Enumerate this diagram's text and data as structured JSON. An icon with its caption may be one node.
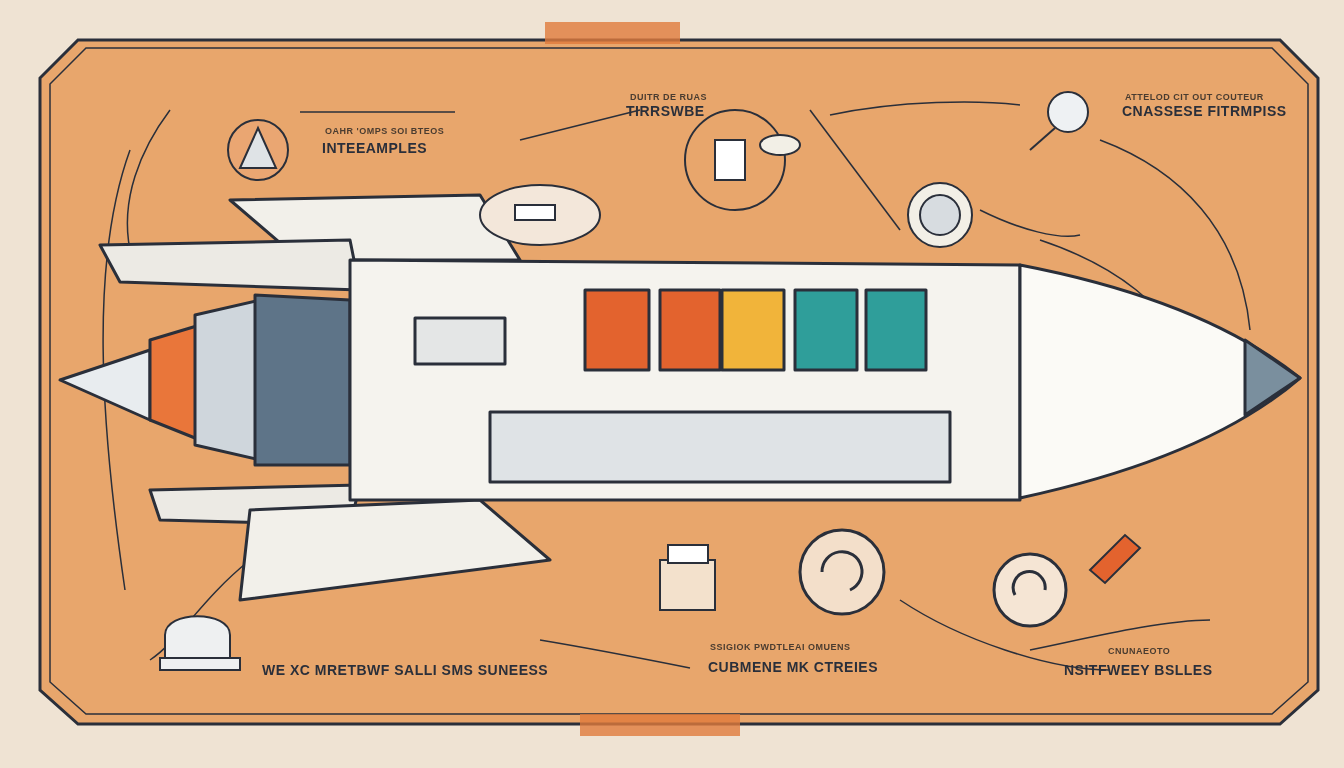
{
  "diagram": {
    "labels": [
      "OAHR 'OMPS SOI BTEOS",
      "INTEEAMPLES",
      "DUITR DE RUAS",
      "TIRRSWBE",
      "ATTELOD CIT OUT COUTEUR",
      "CNASSESE FITRMPISS",
      "WE XC MRETBWF SALLI SMS SUNEESS",
      "SSIGIOK PWDTLEAI OMUENS",
      "CUBMENE MK CTREIES",
      "CNUNAEOTO",
      "NSITFWEEY BSLLES"
    ]
  }
}
